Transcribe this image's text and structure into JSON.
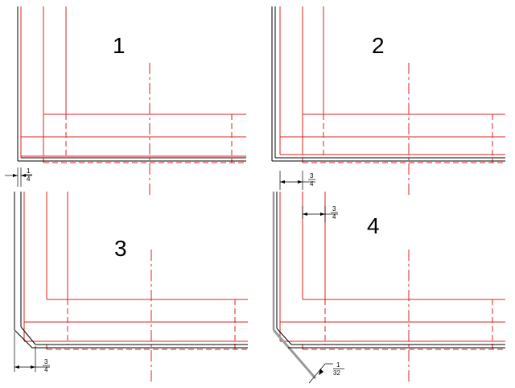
{
  "panels": [
    {
      "label": "1",
      "dimensions": [
        {
          "num": "1",
          "den": "4"
        }
      ]
    },
    {
      "label": "2",
      "dimensions": [
        {
          "num": "3",
          "den": "4"
        }
      ]
    },
    {
      "label": "3",
      "dimensions": [
        {
          "num": "3",
          "den": "4"
        }
      ]
    },
    {
      "label": "4",
      "dimensions": [
        {
          "num": "3",
          "den": "4"
        },
        {
          "num": "1",
          "den": "32"
        }
      ]
    }
  ],
  "colors": {
    "profile": "#e0201e",
    "edge": "#000000",
    "thick_edge": "#9a9a9a",
    "background": "#ffffff"
  }
}
